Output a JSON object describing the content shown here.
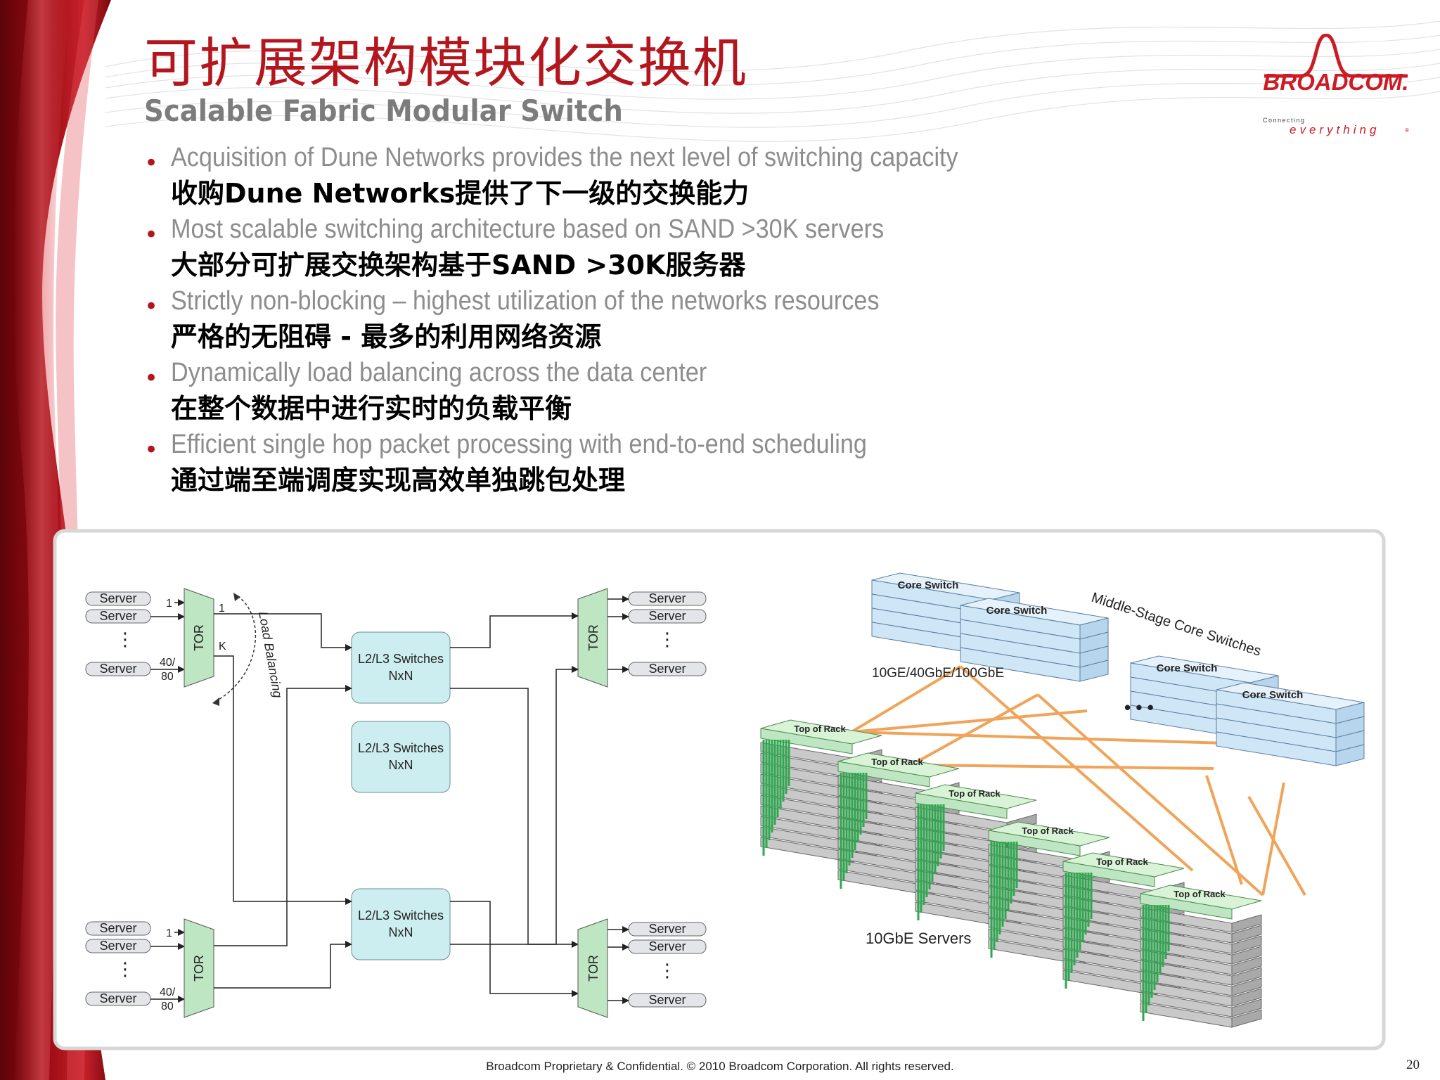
{
  "slide": {
    "title_zh": "可扩展架构模块化交换机",
    "title_en": "Scalable Fabric Modular Switch",
    "bullets": [
      {
        "en": "Acquisition of Dune Networks provides the next level of switching capacity",
        "zh": "收购Dune Networks提供了下一级的交换能力"
      },
      {
        "en": "Most scalable switching architecture based on SAND >30K servers",
        "zh": "大部分可扩展交换架构基于SAND >30K服务器"
      },
      {
        "en": "Strictly non-blocking – highest utilization of the networks resources",
        "zh": "严格的无阻碍 - 最多的利用网络资源"
      },
      {
        "en": "Dynamically load balancing across the data center",
        "zh": "在整个数据中进行实时的负载平衡"
      },
      {
        "en": "Efficient single hop packet processing with end-to-end scheduling",
        "zh": "通过端至端调度实现高效单独跳包处理"
      }
    ],
    "bullet_marker": "•",
    "footer": "Broadcom Proprietary & Confidential.  © 2010 Broadcom Corporation.  All rights reserved.",
    "page_number": "20"
  },
  "logo": {
    "name": "BROADCOM.",
    "tagline_1": "Connecting",
    "tagline_2": "everything",
    "mark": "®"
  },
  "diagram_left": {
    "server": "Server",
    "ellipsis": "⋮",
    "port_1": "1",
    "port_ratio_top": "40/",
    "port_ratio_bottom": "80",
    "tor": "TOR",
    "uplink_1": "1",
    "uplink_k": "K",
    "load_balancing": "Load Balancing",
    "switch_line1": "L2/L3 Switches",
    "switch_line2": "NxN"
  },
  "diagram_right": {
    "core_switch": "Core Switch",
    "middle_stage": "Middle-Stage Core Switches",
    "speeds": "10GE/40GbE/100GbE",
    "ellipsis": "• • •",
    "top_of_rack": "Top of Rack",
    "servers": "10GbE Servers"
  },
  "colors": {
    "title_red": "#b4161d",
    "switch_fill": "#cdeef0",
    "tor_fill": "#bfe6c2",
    "core_fill": "#cfe6f7",
    "link_orange": "#f0a45a",
    "rack_green": "#2ea84f"
  }
}
